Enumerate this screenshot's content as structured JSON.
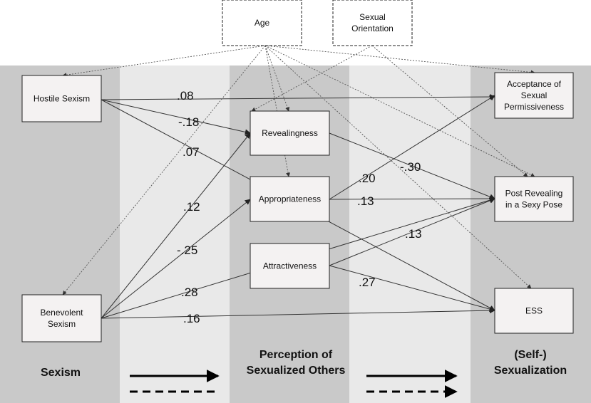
{
  "nodes": {
    "age": [
      "Age"
    ],
    "sexual_orientation": [
      "Sexual",
      "Orientation"
    ],
    "hostile_sexism": [
      "Hostile Sexism"
    ],
    "benevolent_sexism": [
      "Benevolent",
      "Sexism"
    ],
    "revealingness": [
      "Revealingness"
    ],
    "appropriateness": [
      "Appropriateness"
    ],
    "attractiveness": [
      "Attractiveness"
    ],
    "acceptance": [
      "Acceptance of",
      "Sexual",
      "Permissiveness"
    ],
    "post_revealing": [
      "Post Revealing",
      "in a Sexy Pose"
    ],
    "ess": [
      "ESS"
    ]
  },
  "columns": {
    "sexism": [
      "Sexism"
    ],
    "perception": [
      "Perception of",
      "Sexualized Others"
    ],
    "self": [
      "(Self-)",
      "Sexualization"
    ]
  },
  "coefficients": {
    "hs_acceptance": ".08",
    "hs_revealingness": "-.18",
    "hs_ess": ".07",
    "bs_revealingness": ".12",
    "bs_appropriateness": "-.25",
    "bs_attractiveness": ".28",
    "bs_ess": ".16",
    "app_acceptance": ".20",
    "rev_post": "-.30",
    "app_post": ".13",
    "att_post": ".13",
    "att_ess": ".27"
  },
  "edges": [
    {
      "from": "hostile_sexism",
      "to": "acceptance",
      "style": "solid"
    },
    {
      "from": "hostile_sexism",
      "to": "revealingness",
      "style": "solid"
    },
    {
      "from": "hostile_sexism",
      "to": "ess",
      "style": "solid"
    },
    {
      "from": "benevolent_sexism",
      "to": "revealingness",
      "style": "solid"
    },
    {
      "from": "benevolent_sexism",
      "to": "appropriateness",
      "style": "solid"
    },
    {
      "from": "benevolent_sexism",
      "to": "post_revealing",
      "style": "solid"
    },
    {
      "from": "benevolent_sexism",
      "to": "ess",
      "style": "solid"
    },
    {
      "from": "revealingness",
      "to": "post_revealing",
      "style": "solid"
    },
    {
      "from": "appropriateness",
      "to": "acceptance",
      "style": "solid"
    },
    {
      "from": "appropriateness",
      "to": "post_revealing",
      "style": "solid"
    },
    {
      "from": "attractiveness",
      "to": "post_revealing",
      "style": "solid"
    },
    {
      "from": "attractiveness",
      "to": "ess",
      "style": "solid"
    },
    {
      "from": "age",
      "to": "hostile_sexism",
      "style": "dotted"
    },
    {
      "from": "age",
      "to": "benevolent_sexism",
      "style": "dotted"
    },
    {
      "from": "age",
      "to": "revealingness",
      "style": "dotted"
    },
    {
      "from": "age",
      "to": "appropriateness",
      "style": "dotted"
    },
    {
      "from": "age",
      "to": "acceptance",
      "style": "dotted"
    },
    {
      "from": "age",
      "to": "post_revealing",
      "style": "dotted"
    },
    {
      "from": "age",
      "to": "ess",
      "style": "dotted"
    },
    {
      "from": "sexual_orientation",
      "to": "revealingness",
      "style": "dotted"
    },
    {
      "from": "sexual_orientation",
      "to": "post_revealing",
      "style": "dotted"
    }
  ],
  "legend": [
    {
      "style": "solid"
    },
    {
      "style": "dashed"
    }
  ]
}
